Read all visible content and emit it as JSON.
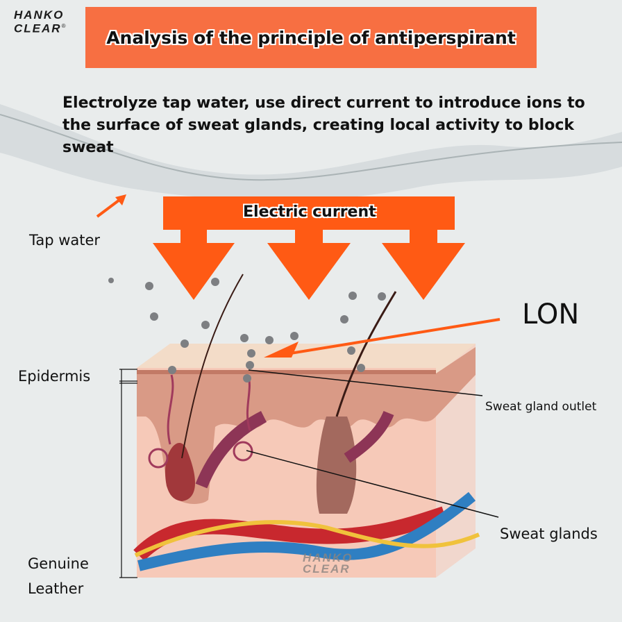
{
  "logo": {
    "line1": "HANKO",
    "line2": "CLEAR",
    "mark": "®"
  },
  "title": "Analysis of the principle of antiperspirant",
  "subtitle": "Electrolyze tap water, use direct current to introduce ions to the surface of sweat glands, creating local activity to block sweat",
  "labels": {
    "electric_current": "Electric current",
    "tap_water": "Tap water",
    "lon": "LON",
    "epidermis": "Epidermis",
    "sweat_gland_outlet": "Sweat gland outlet",
    "sweat_glands": "Sweat glands",
    "genuine_leather_1": "Genuine",
    "genuine_leather_2": "Leather"
  },
  "colors": {
    "accent": "#f76f42",
    "arrow": "#ff5a14"
  }
}
